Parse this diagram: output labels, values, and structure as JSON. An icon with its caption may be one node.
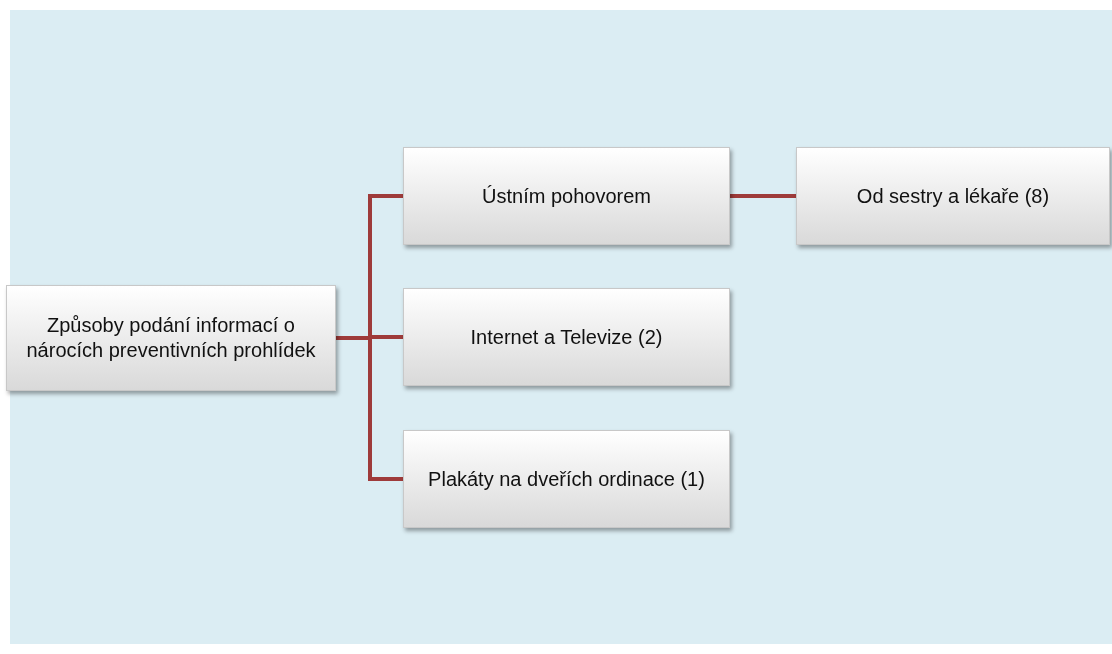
{
  "diagram": {
    "nodes": [
      {
        "text": [
          "Způsoby podání informací o nárocích preventivních prohlídek"
        ]
      },
      {
        "text": [
          "Ústním pohovorem"
        ]
      },
      {
        "text": [
          "Internet a Televize (2)"
        ]
      },
      {
        "text": [
          "Plakáty na dveřích ordinace (1)"
        ]
      },
      {
        "text": [
          "Od sestry a lékaře (8)"
        ]
      }
    ],
    "edges": [
      {
        "from": 0,
        "to": 1,
        "arrow": "none"
      },
      {
        "from": 0,
        "to": 2,
        "arrow": "none"
      },
      {
        "from": 0,
        "to": 3,
        "arrow": "none"
      },
      {
        "from": 1,
        "to": 4,
        "arrow": "none"
      }
    ]
  }
}
